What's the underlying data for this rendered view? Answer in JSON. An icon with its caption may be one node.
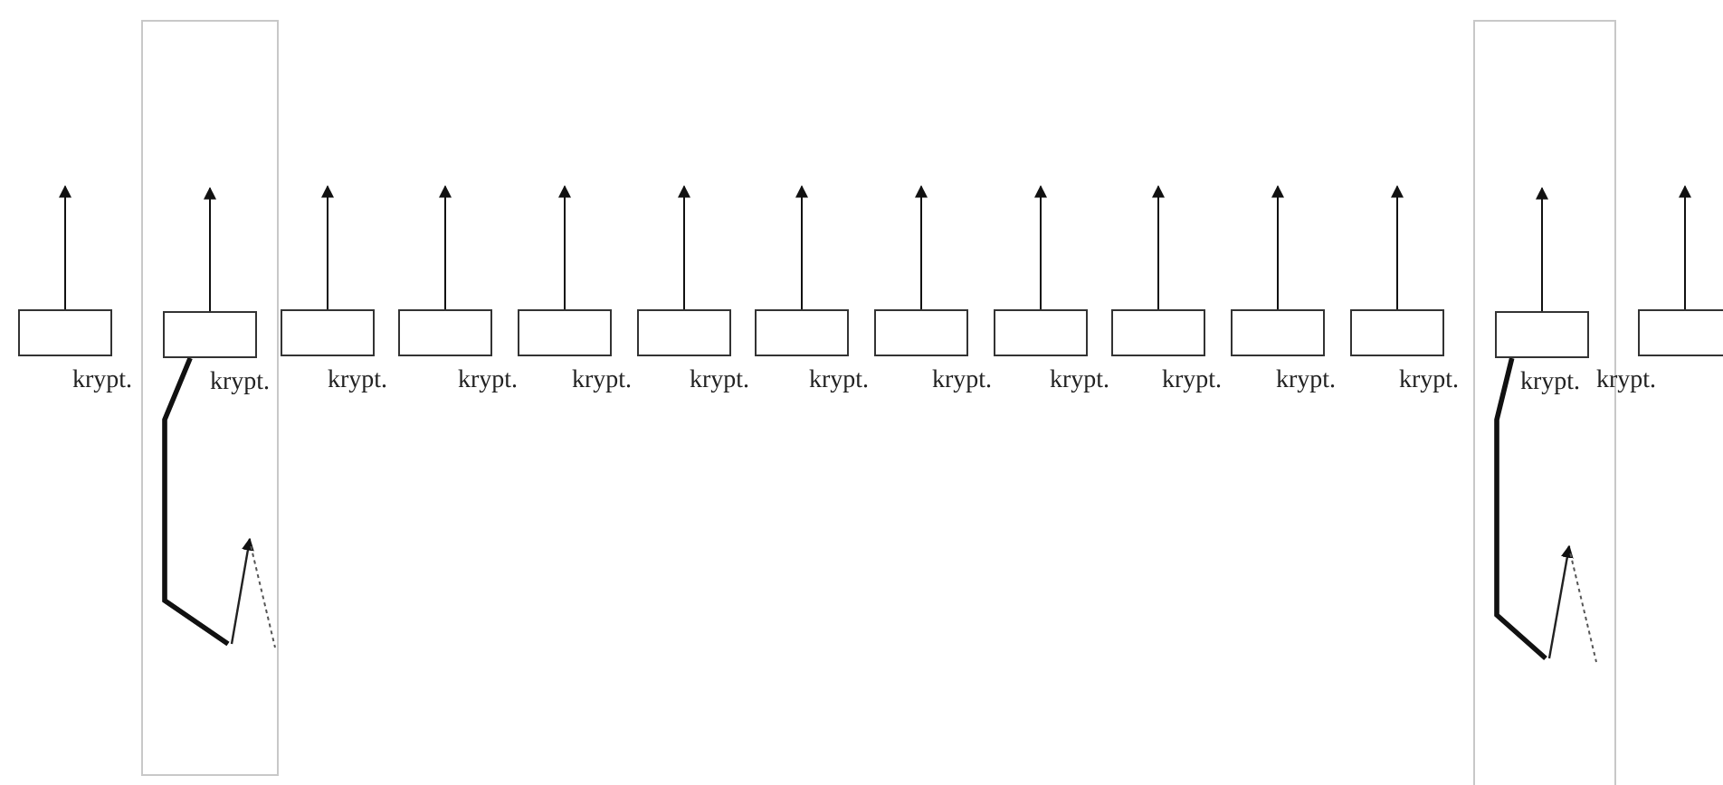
{
  "diagram": {
    "nodes": [
      {
        "text": [],
        "shape": "box",
        "beside": [
          "krypt."
        ]
      },
      {
        "text": [],
        "shape": "band"
      },
      {
        "text": [],
        "shape": "box",
        "in": 1,
        "beside": [
          "krypt."
        ]
      },
      {
        "text": [],
        "shape": "picture",
        "in": 1
      },
      {
        "text": [],
        "shape": "box",
        "beside": [
          "krypt."
        ]
      },
      {
        "text": [],
        "shape": "box",
        "beside": [
          "krypt."
        ]
      },
      {
        "text": [],
        "shape": "box",
        "beside": [
          "krypt."
        ]
      },
      {
        "text": [],
        "shape": "box",
        "beside": [
          "krypt."
        ]
      },
      {
        "text": [],
        "shape": "box",
        "beside": [
          "krypt."
        ]
      },
      {
        "text": [],
        "shape": "box",
        "beside": [
          "krypt."
        ]
      },
      {
        "text": [],
        "shape": "box",
        "beside": [
          "krypt."
        ]
      },
      {
        "text": [],
        "shape": "box",
        "beside": [
          "krypt."
        ]
      },
      {
        "text": [],
        "shape": "box",
        "beside": [
          "krypt."
        ]
      },
      {
        "text": [],
        "shape": "box",
        "beside": [
          "krypt."
        ]
      },
      {
        "text": [],
        "shape": "band"
      },
      {
        "text": [],
        "shape": "box",
        "in": 14,
        "beside": [
          "krypt."
        ]
      },
      {
        "text": [],
        "shape": "picture",
        "in": 14
      },
      {
        "text": [],
        "shape": "box",
        "beside": [
          "krypt."
        ]
      }
    ],
    "edges": [
      {
        "from": 0,
        "to": null,
        "arrow": "to"
      },
      {
        "from": 2,
        "to": null,
        "arrow": "to"
      },
      {
        "from": 4,
        "to": null,
        "arrow": "to"
      },
      {
        "from": 5,
        "to": null,
        "arrow": "to"
      },
      {
        "from": 6,
        "to": null,
        "arrow": "to"
      },
      {
        "from": 7,
        "to": null,
        "arrow": "to"
      },
      {
        "from": 8,
        "to": null,
        "arrow": "to"
      },
      {
        "from": 9,
        "to": null,
        "arrow": "to"
      },
      {
        "from": 10,
        "to": null,
        "arrow": "to"
      },
      {
        "from": 11,
        "to": null,
        "arrow": "to"
      },
      {
        "from": 12,
        "to": null,
        "arrow": "to"
      },
      {
        "from": 13,
        "to": null,
        "arrow": "to"
      },
      {
        "from": 15,
        "to": null,
        "arrow": "to"
      },
      {
        "from": 17,
        "to": null,
        "arrow": "to"
      },
      {
        "from": 2,
        "to": 3,
        "arrow": "none",
        "style": "thick"
      },
      {
        "from": 15,
        "to": 16,
        "arrow": "none",
        "style": "thick"
      }
    ]
  }
}
